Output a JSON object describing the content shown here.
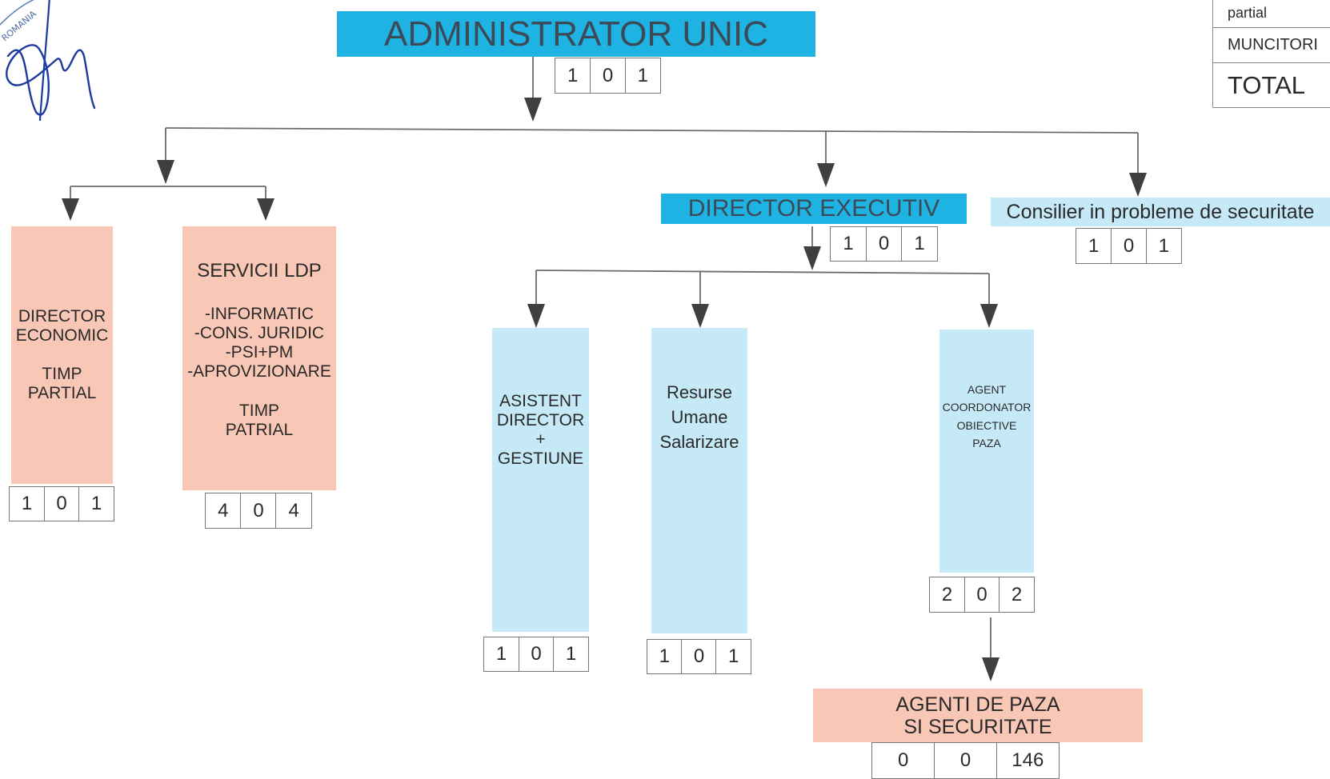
{
  "legend": {
    "partial": "partial",
    "workers": "MUNCITORI",
    "total": "TOTAL"
  },
  "signature": {
    "stamp_text": "ROMANIA"
  },
  "colors": {
    "pink_box": "#f9c7b5",
    "light_blue_box": "#c6e9f8",
    "dark_blue_header": "#1fb3e3",
    "connector": "#6b6b6b"
  },
  "nodes": {
    "administrator": {
      "title": "ADMINISTRATOR UNIC",
      "counts": [
        "1",
        "0",
        "1"
      ]
    },
    "director_economic": {
      "text": "DIRECTOR\nECONOMIC\n\nTIMP\nPARTIAL",
      "counts": [
        "1",
        "0",
        "1"
      ]
    },
    "servicii_ldp": {
      "title": "SERVICII LDP",
      "text": "-INFORMATIC\n-CONS. JURIDIC\n-PSI+PM\n-APROVIZIONARE\n\nTIMP\nPATRIAL",
      "counts": [
        "4",
        "0",
        "4"
      ]
    },
    "director_executiv": {
      "title": "DIRECTOR EXECUTIV",
      "counts": [
        "1",
        "0",
        "1"
      ]
    },
    "consilier": {
      "title": "Consilier in probleme de securitate",
      "counts": [
        "1",
        "0",
        "1"
      ]
    },
    "asistent_director": {
      "text": "ASISTENT\nDIRECTOR\n+\nGESTIUNE",
      "counts": [
        "1",
        "0",
        "1"
      ]
    },
    "resurse_umane": {
      "text": "Resurse\nUmane\nSalarizare",
      "counts": [
        "1",
        "0",
        "1"
      ]
    },
    "agent_coordonator": {
      "text": "AGENT\nCOORDONATOR\nOBIECTIVE\nPAZA",
      "counts": [
        "2",
        "0",
        "2"
      ]
    },
    "agenti_paza": {
      "title": "AGENTI DE PAZA\nSI SECURITATE",
      "counts": [
        "0",
        "0",
        "146"
      ]
    }
  }
}
